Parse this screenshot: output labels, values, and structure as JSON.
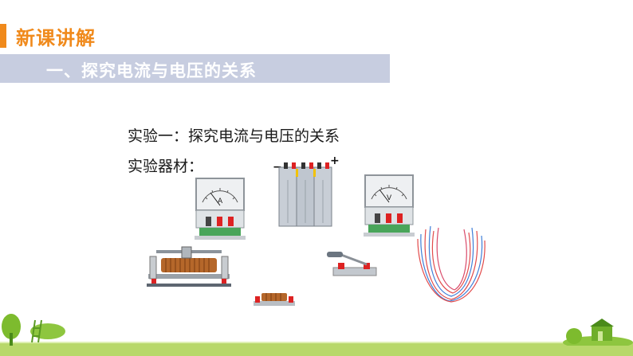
{
  "header": {
    "section_title": "新课讲解",
    "subtitle": "一、探究电流与电压的关系"
  },
  "content": {
    "experiment_title": "实验一：探究电流与电压的关系",
    "materials_label": "实验器材："
  },
  "apparatus": {
    "ammeter_symbol": "A",
    "voltmeter_symbol": "V",
    "battery_minus": "−",
    "battery_plus": "+"
  },
  "colors": {
    "accent": "#f08a1c",
    "subtitle_bar": "#c7cde0",
    "footer_green": "#b8d86a"
  },
  "icons": [
    "ammeter-icon",
    "battery-pack-icon",
    "voltmeter-icon",
    "rheostat-icon",
    "switch-icon",
    "resistor-icon",
    "wires-icon",
    "tree-decoration-icon",
    "house-decoration-icon"
  ]
}
